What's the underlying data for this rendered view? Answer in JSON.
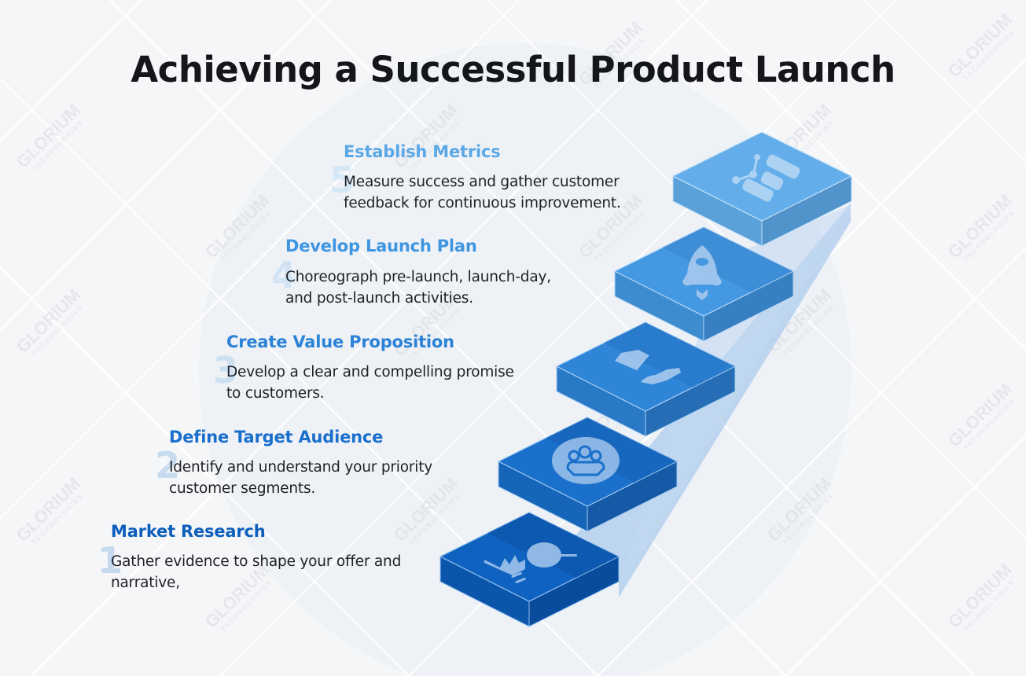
{
  "title": "Achieving a Successful Product Launch",
  "watermark": {
    "line1": "GLORIUM",
    "line2": "TECHNOLOGIES"
  },
  "steps": [
    {
      "number": "1",
      "heading": "Market Research",
      "desc_line1": "Gather evidence to shape your offer and",
      "desc_line2": "narrative,",
      "icon": "market-research-icon",
      "head_color": "#0d5fbb",
      "num_color": "#c6d9ee"
    },
    {
      "number": "2",
      "heading": "Define Target Audience",
      "desc_line1": "Identify and understand your priority",
      "desc_line2": "customer segments.",
      "icon": "audience-group-icon",
      "head_color": "#1a6fcc",
      "num_color": "#c8dcf0"
    },
    {
      "number": "3",
      "heading": "Create Value Proposition",
      "desc_line1": "Develop a clear and compelling promise",
      "desc_line2": "to customers.",
      "icon": "diamond-hand-icon",
      "head_color": "#2b82d6",
      "num_color": "#cde0f2"
    },
    {
      "number": "4",
      "heading": "Develop Launch Plan",
      "desc_line1": "Choreograph pre-launch, launch-day,",
      "desc_line2": "and post-launch activities.",
      "icon": "rocket-icon",
      "head_color": "#3f96e0",
      "num_color": "#d2e4f4"
    },
    {
      "number": "5",
      "heading": "Establish Metrics",
      "desc_line1": "Measure success and gather customer",
      "desc_line2": "feedback for continuous improvement.",
      "icon": "metrics-chart-icon",
      "head_color": "#5aa8e6",
      "num_color": "#d6e7f6"
    }
  ],
  "colors": {
    "block1": {
      "top": "#0f62bf",
      "left": "#0b55ab",
      "right": "#0a4c9c"
    },
    "block2": {
      "top": "#1b70cb",
      "left": "#1765b8",
      "right": "#145aa7"
    },
    "block3": {
      "top": "#2f85d8",
      "left": "#2a79c6",
      "right": "#256db4"
    },
    "block4": {
      "top": "#4599e2",
      "left": "#3d8cd0",
      "right": "#367fc0"
    },
    "block5": {
      "top": "#63aeea",
      "left": "#5aa1da",
      "right": "#5094cb"
    }
  }
}
